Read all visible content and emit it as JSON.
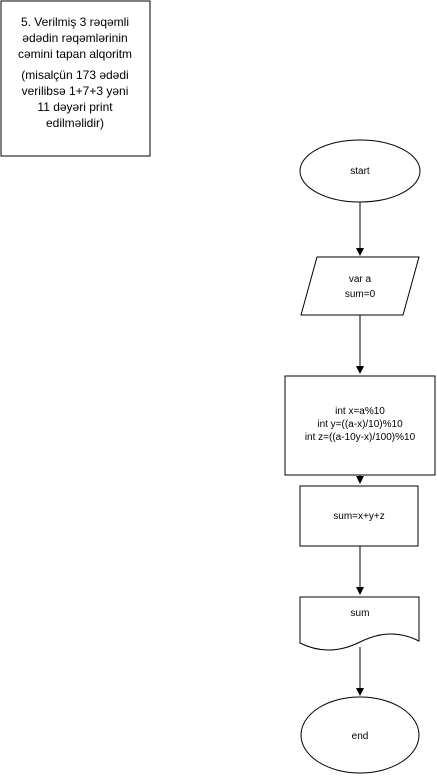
{
  "task_note": {
    "lines": [
      "5. Verilmiş 3 rəqəmli",
      "ədədin rəqəmlərinin",
      "cəmini tapan alqoritm",
      "(misalçün 173 ədədi",
      "verilibsə 1+7+3 yəni",
      "11 dəyəri print",
      "edilməlidir)"
    ]
  },
  "flowchart": {
    "start": {
      "label": "start"
    },
    "input": {
      "lines": [
        "var a",
        "sum=0"
      ]
    },
    "process_digits": {
      "lines": [
        "int x=a%10",
        "int y=((a-x)/10)%10",
        "int z=((a-10y-x)/100)%10"
      ]
    },
    "process_sum": {
      "label": "sum=x+y+z"
    },
    "output": {
      "label": "sum"
    },
    "end": {
      "label": "end"
    }
  },
  "colors": {
    "stroke": "#000000",
    "fill": "#ffffff",
    "text": "#000000"
  }
}
